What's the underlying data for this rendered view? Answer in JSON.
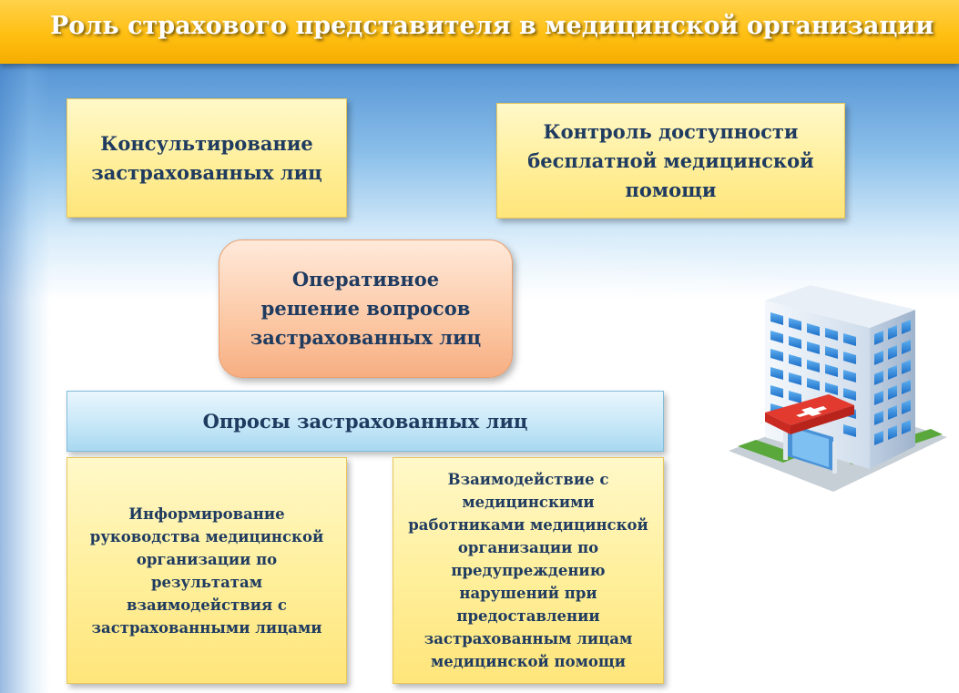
{
  "title": "Роль страхового представителя в медицинской организации",
  "boxes": {
    "consult": "Консультирование застрахованных лиц",
    "control": "Контроль доступности бесплатной медицинской помощи",
    "operative": "Оперативное решение вопросов застрахованных лиц",
    "surveys": "Опросы застрахованных лиц",
    "inform": "Информирование руководства медицинской организации по результатам взаимодействия с застрахованными лицами",
    "interaction": "Взаимодействие с медицинскими работниками медицинской организации по предупреждению нарушений при предоставлении застрахованным лицам медицинской помощи"
  },
  "icons": {
    "building": "hospital-building-icon"
  },
  "colors": {
    "title_bar": "#ffbf12",
    "box_yellow": "#ffef9a",
    "box_orange": "#fcc8a4",
    "box_blue": "#c4e6f7",
    "text": "#1f3b60"
  }
}
